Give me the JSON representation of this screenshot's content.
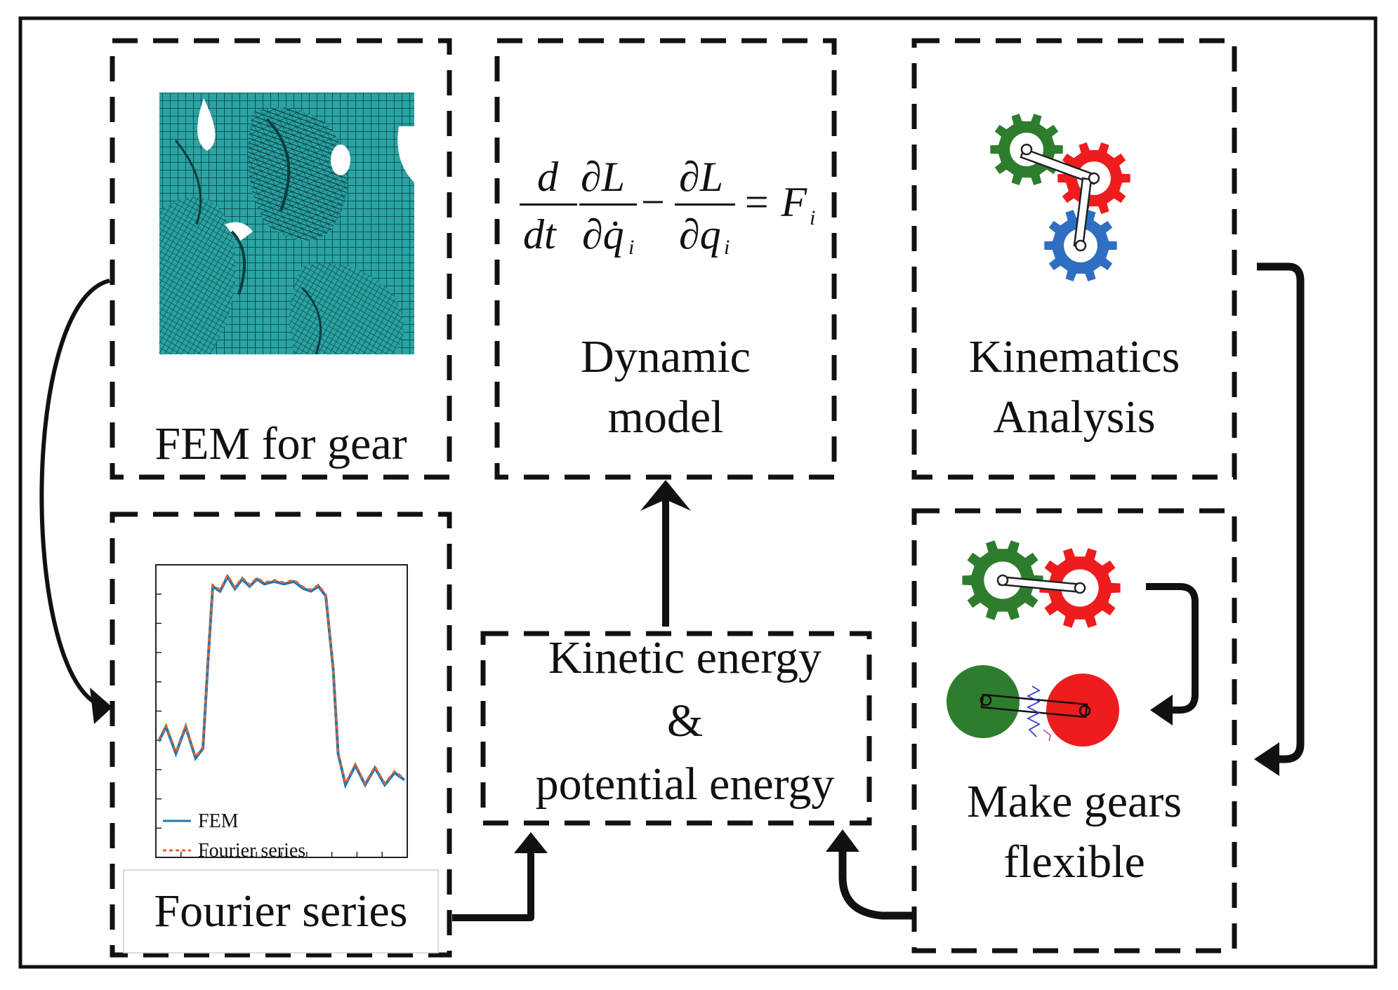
{
  "boxes": {
    "fem": {
      "label": "FEM for gear"
    },
    "dynamic": {
      "label_line1": "Dynamic",
      "label_line2": "model"
    },
    "kinematics": {
      "label_line1": "Kinematics",
      "label_line2": "Analysis"
    },
    "fourier": {
      "label": "Fourier series"
    },
    "energy": {
      "label_line1": "Kinetic energy",
      "label_line2": "&",
      "label_line3": "potential energy"
    },
    "flexible": {
      "label_line1": "Make gears",
      "label_line2": "flexible"
    }
  },
  "equation": {
    "d": "d",
    "dt": "dt",
    "dL1": "∂L",
    "dq_dot": "∂q̇",
    "sub_i1": "i",
    "minus": "−",
    "dL2": "∂L",
    "dq": "∂q",
    "sub_i2": "i",
    "equals": "= F",
    "sub_i3": "i"
  },
  "chart_data": {
    "type": "line",
    "series": [
      {
        "name": "FEM",
        "color": "#1f77b4",
        "style": "solid"
      },
      {
        "name": "Fourier series",
        "color": "#e8602c",
        "style": "dashed"
      }
    ],
    "legend": "bottom-left",
    "profile": [
      [
        0,
        0.3
      ],
      [
        0.03,
        0.36
      ],
      [
        0.07,
        0.25
      ],
      [
        0.11,
        0.36
      ],
      [
        0.15,
        0.23
      ],
      [
        0.18,
        0.27
      ],
      [
        0.2,
        0.62
      ],
      [
        0.22,
        0.94
      ],
      [
        0.25,
        0.92
      ],
      [
        0.28,
        0.98
      ],
      [
        0.31,
        0.93
      ],
      [
        0.34,
        0.97
      ],
      [
        0.37,
        0.94
      ],
      [
        0.4,
        0.97
      ],
      [
        0.43,
        0.95
      ],
      [
        0.47,
        0.96
      ],
      [
        0.51,
        0.95
      ],
      [
        0.55,
        0.96
      ],
      [
        0.59,
        0.93
      ],
      [
        0.62,
        0.92
      ],
      [
        0.65,
        0.94
      ],
      [
        0.68,
        0.9
      ],
      [
        0.71,
        0.6
      ],
      [
        0.73,
        0.25
      ],
      [
        0.76,
        0.12
      ],
      [
        0.8,
        0.2
      ],
      [
        0.84,
        0.12
      ],
      [
        0.88,
        0.19
      ],
      [
        0.92,
        0.12
      ],
      [
        0.96,
        0.17
      ],
      [
        1,
        0.14
      ]
    ]
  },
  "colors": {
    "mesh": "#2aa0a0",
    "mesh_line": "#0c3c3e",
    "gear_green": "#2e7d2e",
    "gear_red": "#ee1c1c",
    "gear_blue": "#2e6fc2",
    "spring": "#3a3acc"
  }
}
